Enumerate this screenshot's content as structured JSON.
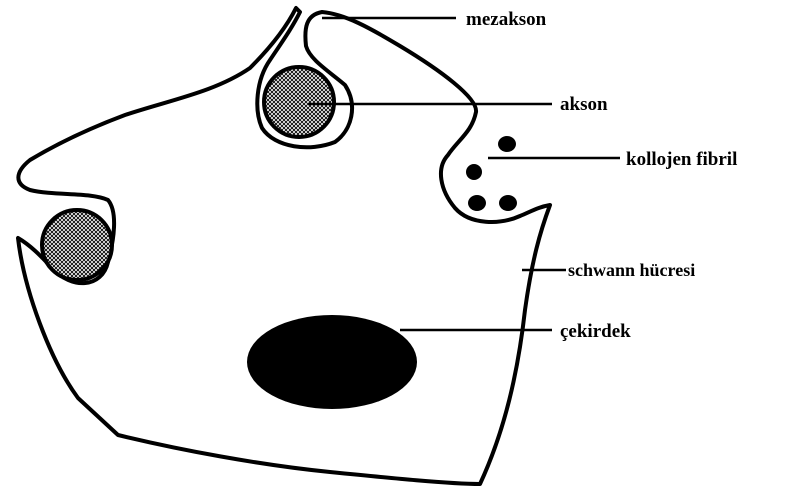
{
  "labels": {
    "mesaxon": "mezakson",
    "axon": "akson",
    "collagen": "kollojen fibril",
    "schwann": "schwann hücresi",
    "nucleus": "çekirdek"
  },
  "colors": {
    "stroke": "#000000",
    "background": "#ffffff",
    "nucleus_fill": "#000000",
    "axon_hatch": "#000000"
  }
}
